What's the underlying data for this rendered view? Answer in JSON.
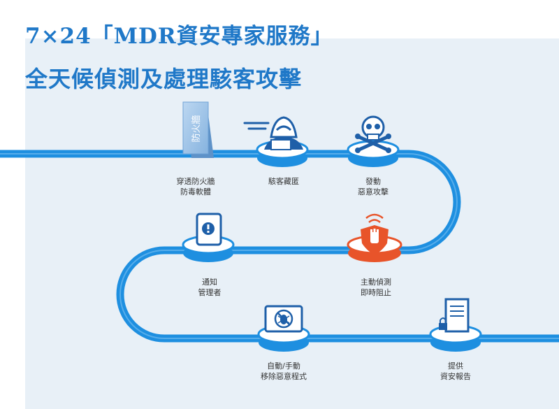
{
  "title": {
    "line1": "7×24「MDR資安專家服務」",
    "line2": "全天候偵測及處理駭客攻擊"
  },
  "colors": {
    "title": "#1f78c8",
    "pipe": "#1e8fe0",
    "panel": "#e8f0f7",
    "alert": "#e8542a"
  },
  "steps": [
    {
      "id": "firewall",
      "icon": "firewall-icon",
      "icon_text": "防火牆",
      "lines": [
        "穿透防火牆",
        "防毒軟體"
      ]
    },
    {
      "id": "hide",
      "icon": "hacker-icon",
      "lines": [
        "駭客藏匿"
      ]
    },
    {
      "id": "attack",
      "icon": "skull-crossbones-icon",
      "lines": [
        "發動",
        "惡意攻擊"
      ]
    },
    {
      "id": "block",
      "icon": "shield-hand-icon",
      "lines": [
        "主動偵測",
        "即時阻止"
      ]
    },
    {
      "id": "notify",
      "icon": "phone-alert-icon",
      "lines": [
        "通知",
        "管理者"
      ]
    },
    {
      "id": "remove",
      "icon": "bug-monitor-icon",
      "lines": [
        "自動/手動",
        "移除惡意程式"
      ]
    },
    {
      "id": "report",
      "icon": "report-document-icon",
      "lines": [
        "提供",
        "資安報告"
      ]
    }
  ]
}
